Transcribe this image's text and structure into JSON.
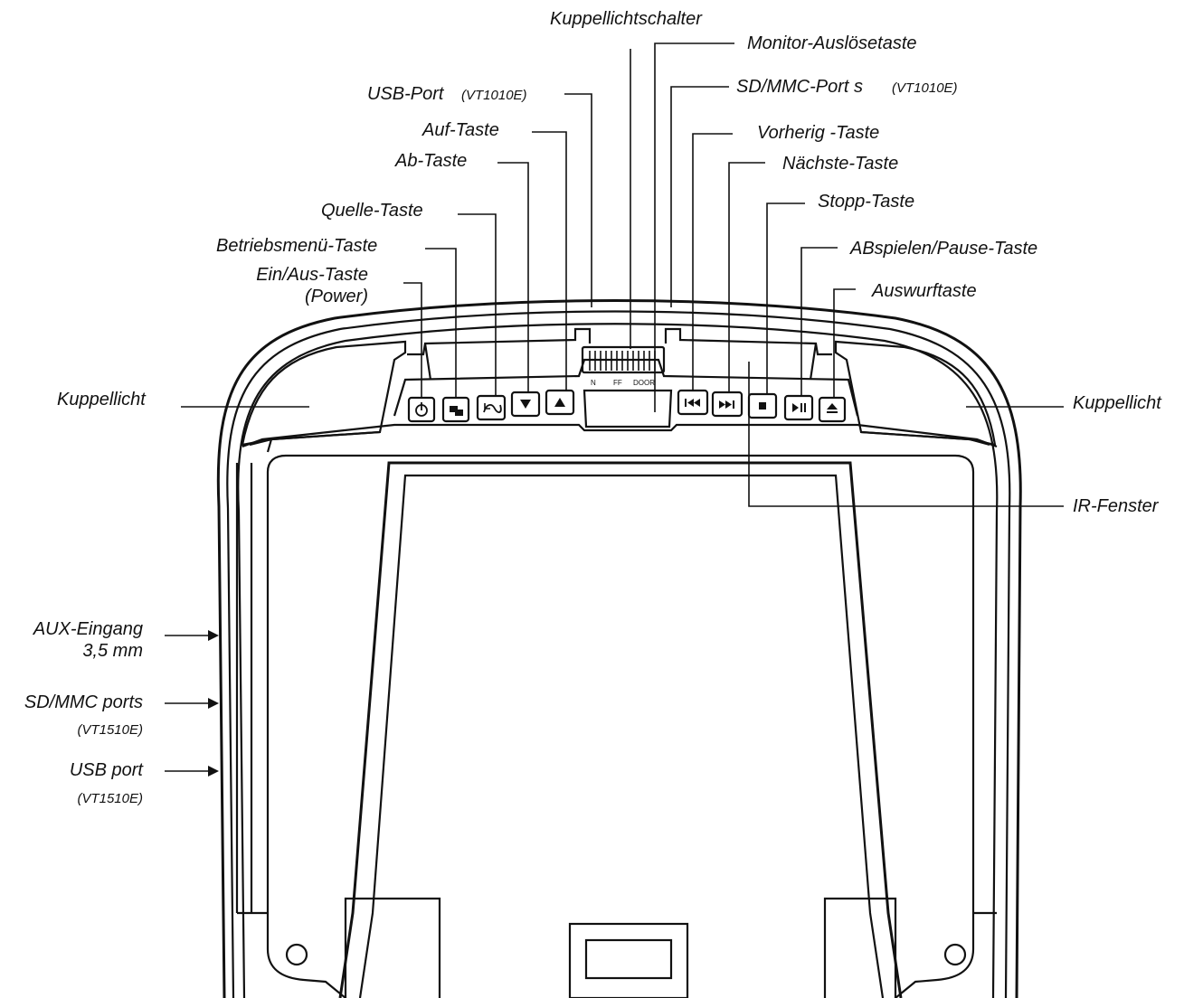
{
  "labels": {
    "kuppellichtschalter": "Kuppellichtschalter",
    "monitor_ausloesetaste": "Monitor-Auslösetaste",
    "usb_port_top": "USB-Port",
    "usb_port_top_model": "(VT1010E)",
    "sd_mmc_ports_top": "SD/MMC-Port s",
    "sd_mmc_ports_top_model": "(VT1010E)",
    "auf_taste": "Auf-Taste",
    "vorherig_taste": "Vorherig -Taste",
    "ab_taste": "Ab-Taste",
    "naechste_taste": "Nächste-Taste",
    "quelle_taste": "Quelle-Taste",
    "stopp_taste": "Stopp-Taste",
    "betriebsmenue_taste": "Betriebsmenü-Taste",
    "abspielen_pause_taste": "ABspielen/Pause-Taste",
    "ein_aus_taste_line1": "Ein/Aus-Taste",
    "ein_aus_taste_line2": "(Power)",
    "auswurftaste": "Auswurftaste",
    "kuppellicht_left": "Kuppellicht",
    "kuppellicht_right": "Kuppellicht",
    "ir_fenster": "IR-Fenster",
    "aux_eingang_line1": "AUX-Eingang",
    "aux_eingang_line2": "3,5 mm",
    "sd_mmc_ports_side": "SD/MMC ports",
    "sd_mmc_ports_side_model": "(VT1510E)",
    "usb_port_side": "USB port",
    "usb_port_side_model": "(VT1510E)"
  },
  "switch_markings": {
    "on": "N",
    "off": "FF",
    "door": "DOOR"
  },
  "icons": [
    "power-icon",
    "menu-icon",
    "source-icon",
    "down-arrow-icon",
    "up-arrow-icon",
    "previous-icon",
    "next-icon",
    "stop-icon",
    "play-pause-icon",
    "eject-icon"
  ],
  "colors": {
    "line": "#111111",
    "background": "#ffffff"
  }
}
